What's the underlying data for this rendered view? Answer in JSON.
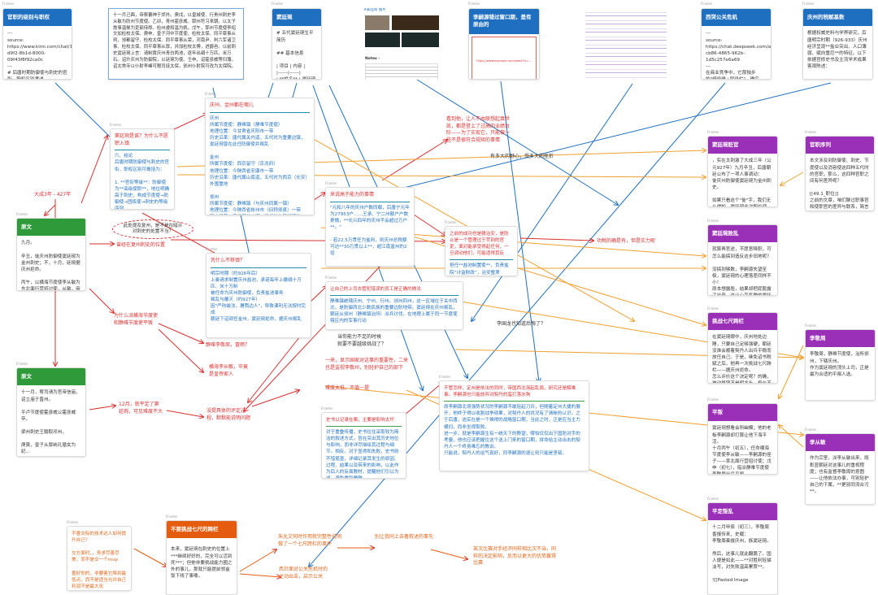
{
  "frame_label": "Frame",
  "cards": {
    "guanzhi": {
      "title": "官职的级别与职权",
      "body": "---\nsource:\nhttps://www.kimi.com/chat/19bc6490-d9f2-8b1d-8000-09f43f8f92ca0c\n---\n# 后唐时期防御使与刺史的官衔、职权区别考述"
    },
    "yuanwen_text": {
      "body": "十一月己酉，帝祭蕃神于郊外。庚戌，以皇城使、行贵州刺史李从敏为防州节度使。乙卯，青州霍彦威、郓州符习来朝。以太子詹事温辇为吏部侍郎。检州虔和温为帆。戊午，郓州节度使李绍文加检校太保。庚申，皇子河中节度使、检校太保、同平章事从珂，邠都留守、检校太保、同平章事从荣，河南尹、判六军诸卫事、检校太保、同平章事从厚，并加检校太傅，进爵邑。以前刺史窦廷琬上言：请制置庆州青白两池，逐年出绢十万匹，米万石。诏升庆州为防御院，以廷琬为使。壬申，诏霍彦威等归藩。诏太常寺以仆射李峰可赠司徒太保，邠州仆射院可改为太保院。"
    },
    "douting": {
      "title": "窦廷琬",
      "body": "# 五代窦廷琬生平简历\n\n## 基本信息\n\n| 项目 | 内容 |\n|------|------|\n| **姓名** | 窦廷琬 |\n| **时代** | 五代后唐 |\n| **籍贯** | 青州（今山东青"
    },
    "image_search": {
      "title": "#窦廷琬 图片",
      "section": "Notes -"
    },
    "lisiyuan": {
      "title": "李嗣源错过窗口期，是有原由的",
      "link": "https://www.example.com/watch?v=..."
    },
    "xitu": {
      "title": "西突公关危机",
      "body": "---\nsource:\nhttps://chat.deepseek.com/a/chat/s/d7c07591-cb86-4865-962b-1d5c257e6a69\n---\n在商业竞争中，它那独步的\"超级峰+层级栏\"，确实..."
    },
    "qingzhou_tax": {
      "title": "庆州的税赋基数",
      "body": "根据权威史料与学界研究，后唐明宗时期（926-933）庆州经济呈现**盐业突出、人口薄弱、赋向重厄**的特征。以下依据官修史书及主流学术成果客观陈述：\n\n---"
    },
    "where": {
      "title": "庆州、金州都在哪儿",
      "body": "庆州\n所属节度使：静难镇（静难节度使）\n地理位置：今甘肃省庆阳市一带\n历史沿革：唐代属关内道，五代时为重要边镇，窦廷琬曾在此任防御使并叛乱\n\n金州\n所属节度使：西京留守（京兆府）\n地理位置：今陕西省安康市一带\n历史沿革：唐代属山南道，五代时为西京（长安）外围重地\n\n邠州\n所属节度使：静难镇（与庆州同属一镇）\n地理位置：今陕西省彬州市（旧称邠县）一带\n历史沿革：唐代属关内道，五代时为静难镇治所，李敬周部从此镇节度使身份率军平叛"
    },
    "who": {
      "title": "窦廷琬是谁？为什么不愿职入镇",
      "sub": "六、结论",
      "body": "后唐时期防御使与刺史的官衔、职权区别可概括为：\n\n1. **官衔等级**：防御使为**高级使职**，地位明确高于刺史，构成节度使→防御使→团练使→刺史的等级序列"
    },
    "yuanwen1": {
      "title": "原文",
      "body": "九月。\n\n辛丑，徙庆州防御使窦廷琬为金州刺史；不，十月，廷琬据庆州拒命。\n\n丙午，以横海节度使李从敏为东北面行营招讨使，从敏，帝之从子也。"
    },
    "yuanwen2": {
      "title": "原文",
      "body": "十一月，宥司请为官帝信庙，诏立庙于晋州。\n\n平卢节度使霍彦威公霍彦威卒。\n\n梁州刺史王翰取邓州。\n\n庚寅，皇子从厚纳孔循女为妃..."
    },
    "ability": {
      "title": "来说高于能力的事情",
      "body": "\"元和八年的庆州户数同载，后唐宁元年为27953户……王承、宁二州额户户数更微，**长兴四年的庆州不会超过万户**。\"\n\n- 若22.5万贯任为盐利，则庆州总税额可达**30万贯以上**，超江南富州的2倍"
    },
    "why_not": {
      "title": "凭什么不移镇？",
      "body": "明宗时期（约926年后）\n上奏请求制置庆州盐池，承诺每年上缴绢十万匹、米十万斛\n被任命为庆州防御使，负责盐池事务\n叛乱与覆灭（约927年）\n因\"严刑峻法，屠戮边人\"，导致课利无法按时完成\n朝廷下诏调任金州，窦廷琬拒命，据庆州叛乱"
    },
    "success": {
      "title": "之前的成功也是猜治安，是防止是一个管理过于苛刻的官吏，面对能承受得起任何，一旦调动他们，可能适得其反",
      "body": "担任**盐池制置使**，负责盐院“计监财政”，治安整肃"
    },
    "boss": {
      "title": "让自己的上司去管犯错误的员工是正确的做法",
      "body": "静难镇统辖庆州、宁州、衍州、邠州四州，这一区域位于关中西北，是防御西北少数民族的重要边防地带。窦廷琬在庆州叛乱，朝廷从邠州（静难镇治所）派兵讨伐，在地理上属于同一节度使辖区内的军事行动"
    },
    "record": {
      "title": "史书以记录在案，主要是影响太坏",
      "body": "对于重叠传播，史书往往采取较为简洁的叙述方式，旨在突出其历史地位与影响，而非详尽描绘其过程与细节。相反，对于显得和失败，史书则不惜笔墨，详细记录其发生的原因、过程、结果以及带来的影响，以此作为后人的反面教材，提醒他们引以为戒，避免重蹈覆辙"
    },
    "anyway": {
      "title": "不管怎样，定州是依法的同时，帝国西北渐起乱局，研究还是解难事。李嗣源也只能放弃对契丹的蛮打落水狗",
      "body": "原李嗣源北境强势状况的李嗣源不敢轻起刀兵，但随着定州大捷的展开，他终于得以收割战争硕果，对契丹人的状况有了清晰的认识。之于后唐，这实在是一个难得的战略窗口期，当此之时，正是应当主力横扫，而非坐视取败。\n进一步，就是李嗣源生有一统天下的野望，哪怕仅仅出于国防对手的考量，他也应该把握住这个送上门来的窗口期，拼命给主动出击的契丹人一个终身难忘的教训。\n只能说，契丹人的运气真好，同李嗣源的退让则只能是坚韧。"
    },
    "bianguan": {
      "title": "窦廷琬贬官",
      "body": "，实在太刺激了大成三年（公元927年）九月辛丑，后唐朝廷公布了一项人事调动：\n徙庆州防御使窦廷琬为金州刺史。\n\n如果只看这个\"徙\"字，我们无从得知，窦廷琬此次职位调动，是属于升迁，平调还是贬"
    },
    "xulie": {
      "title": "官职序列",
      "body": "本文涉及到防御使、刺史、节度使以及消容使这四种五代时的官职，那么，这四种官职之间有何差异呢？\n\n[[49.1_职位]]\n之前的文章，咱们聊过职事官和使职官的差异与联系，简言之..."
    },
    "baiLuan": {
      "title": "窦廷琬败乱",
      "body": "就算再官途，不愿意降职，可怎么能搞到造反这步田地呢？\n\n没搞到够数，李嗣源失望至极，窦廷琬的心理落差同样不小！\n原本想露脸，结果却把屁股露了出来。这让心高气傲的窦廷琬难以接受——**同样的李"
    },
    "tiaozhan": {
      "title": "挑战七尺跨栏",
      "body": "在窦廷琬眼中，庆州地处边陲，只要自己足够强硬，朝廷没准会顺着契丹人出兵平稳而放任自己。于是，继免诏书税赋之后，他再一次挑战七尺跨栏——据庆州拒命。\n怎么评价这个决定呢？的确，被动移镇不是明兆头，极与不顺，窦廷琬都难逃一死；但问"
    },
    "lijingzhou": {
      "title": "李敬周",
      "body": "李敬周，静难节度使，治所邠州，下辖庆州。\n作为窦廷琬的顶头上司，正是最为合适的平叛人选。"
    },
    "pingpan": {
      "title": "平叛",
      "body": "窦廷琬想看会所幽模；他的老板李嗣源却打算让他下海平活。\n十月丙午（初五），任命横海节度使李从敏——李嗣源的侄子——率北面行营招讨使；戊申（初七），指派静难节度使李敬周出兵平叛。"
    },
    "licongmin": {
      "title": "李从敏",
      "body": "作为宗室，派李从敏出来，既彰显朝廷对这事儿的重视程度；也有监督李敬周的意图——让他依法办事，可别轻护自己的下属，**更别同流合污**。"
    },
    "pingding": {
      "title": "平定叛乱",
      "body": "十二月甲辰（初三），李敬周香报传来，史载：\n李敬周奏拔庆州，族窦廷琬。\n\n然后，这事儿就此翻篇了。国人便是如此——**对胜利轻描淡写，对失败温高累赘**。\n\n![[Pasted Image"
    },
    "jiaoji": {
      "body": "不善交际的技术达人如何提升自己？\n\n交方面时，，务求尽善尽美，而不是交一个mvp\n\n善好你的，非要害它降到最低点，而不是适当允许自己利润不是最大化"
    },
    "dont": {
      "title": "不要挑战七尺的跨栏",
      "body": "本来，窦廷琬在刺史的位置上***继续好好的，完全可以活到死***；但他非要挑战能力圈之外的事儿，那就只能提前领盒饭下线了事喽。"
    }
  },
  "notes": {
    "dacheng": "大成3年 - 427年",
    "ellipse": "此处提及复州，是不是在暗示对刺史的处置不当？",
    "jinzhou": "曾经在复州刺史的位置",
    "why_two": "为什么派横海节度使\n和静难节度使平叛",
    "jingnan": "静难李敬周，冒雨？",
    "henghai": "横海李从敏，毕竟\n是皇帝家人",
    "dec": "12月，就平定了窦\n廷琬，可见难度不大",
    "no_detail": "没提具体的评定过\n程，默默能说明问题",
    "kan": "看到他，让人不由联想起袁世\n凯，都是登上了过高的业绩台\n阶——为了实现它，只能做一\n些不是很符合规矩的事情",
    "big_ambition": "有多大的野心，受多大的挫折",
    "tax_money": "功税的确是有，但是实力呢",
    "li_dont_know": "李国龙也知道后悔了？",
    "ability_low": "当你能力不足的时候\n就要不要越级挑战了？",
    "one_two": "一来，显示国家对这事的重要性，二来\n也是监视李敬州，别轻护自己的部下",
    "jiadu": "难度太低，不值一提",
    "zhuyuan": "朱允文何时作用就完整性说明\n做了一个七尺跨栏的事件",
    "let_decide": "别让我同上去著叙述的事先",
    "match": "某次比赛对手经济同样相比次不当，同\n样的决定影响，反而以更大的优势赢得\n比赛",
    "xitu_note": "西贝面对公关危机时的\n主动出击，启示公关"
  },
  "colors": {
    "blue": "#1f6fc0",
    "green": "#2e9a3a",
    "purple": "#9b30b8",
    "orange": "#e55c0f",
    "red": "#d93030",
    "line_orange": "#f0a030"
  }
}
